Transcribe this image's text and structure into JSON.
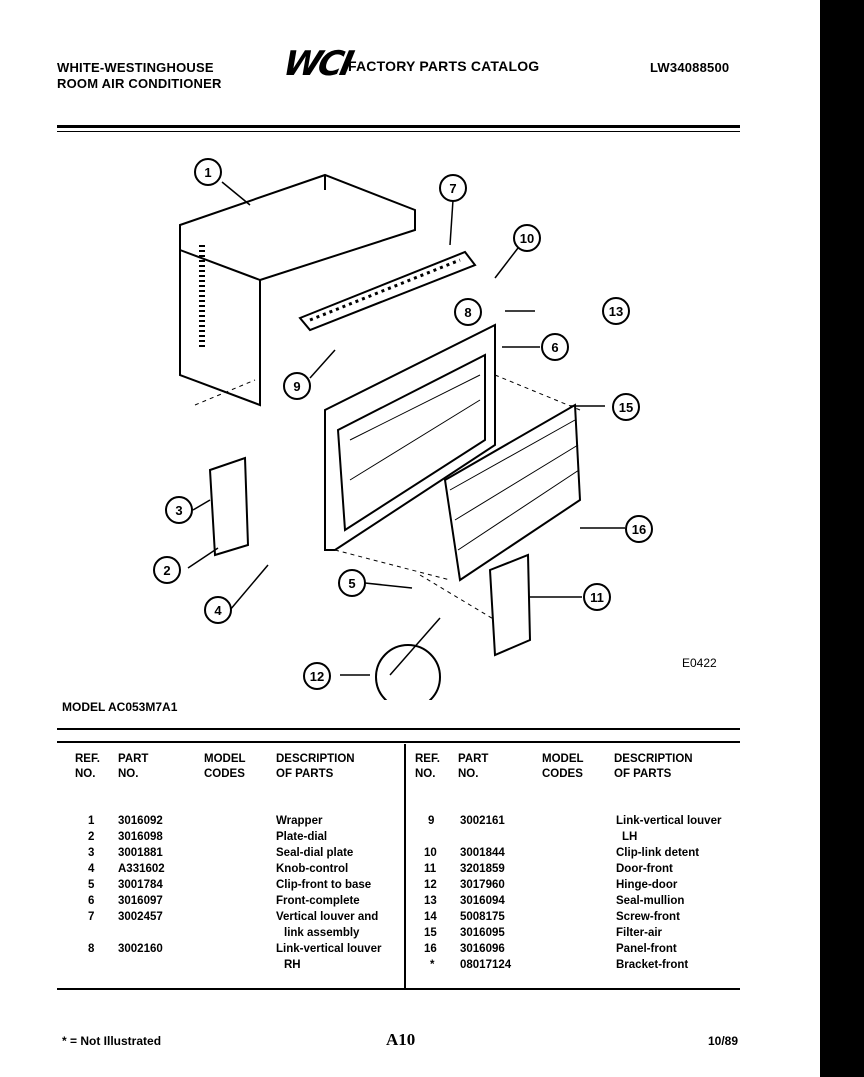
{
  "header": {
    "brand_line1": "WHITE-WESTINGHOUSE",
    "brand_line2": "ROOM AIR CONDITIONER",
    "logo": "WCI",
    "catalog_title": "FACTORY PARTS CATALOG",
    "catalog_number": "LW34088500"
  },
  "diagram": {
    "code": "E0422",
    "callouts": [
      "1",
      "2",
      "3",
      "4",
      "5",
      "6",
      "7",
      "8",
      "9",
      "10",
      "11",
      "12",
      "13",
      "15",
      "16"
    ]
  },
  "model_label": "MODEL AC053M7A1",
  "table": {
    "headers": {
      "ref": [
        "REF.",
        "NO."
      ],
      "part": [
        "PART",
        "NO."
      ],
      "model": [
        "MODEL",
        "CODES"
      ],
      "desc": [
        "DESCRIPTION",
        "OF PARTS"
      ]
    },
    "left_rows": [
      {
        "ref": "1",
        "part": "3016092",
        "desc": "Wrapper"
      },
      {
        "ref": "2",
        "part": "3016098",
        "desc": "Plate-dial"
      },
      {
        "ref": "3",
        "part": "3001881",
        "desc": "Seal-dial plate"
      },
      {
        "ref": "4",
        "part": "A331602",
        "desc": "Knob-control"
      },
      {
        "ref": "5",
        "part": "3001784",
        "desc": "Clip-front to base"
      },
      {
        "ref": "6",
        "part": "3016097",
        "desc": "Front-complete"
      },
      {
        "ref": "7",
        "part": "3002457",
        "desc": "Vertical louver and",
        "desc2": "link assembly"
      },
      {
        "ref": "8",
        "part": "3002160",
        "desc": "Link-vertical louver",
        "desc2": "RH"
      }
    ],
    "right_rows": [
      {
        "ref": "9",
        "part": "3002161",
        "desc": "Link-vertical louver",
        "desc2": "LH"
      },
      {
        "ref": "10",
        "part": "3001844",
        "desc": "Clip-link detent"
      },
      {
        "ref": "11",
        "part": "3201859",
        "desc": "Door-front"
      },
      {
        "ref": "12",
        "part": "3017960",
        "desc": "Hinge-door"
      },
      {
        "ref": "13",
        "part": "3016094",
        "desc": "Seal-mullion"
      },
      {
        "ref": "14",
        "part": "5008175",
        "desc": "Screw-front"
      },
      {
        "ref": "15",
        "part": "3016095",
        "desc": "Filter-air"
      },
      {
        "ref": "16",
        "part": "3016096",
        "desc": "Panel-front"
      },
      {
        "ref": "*",
        "part": "08017124",
        "desc": "Bracket-front"
      }
    ]
  },
  "footer": {
    "note": "* = Not Illustrated",
    "page": "A10",
    "date": "10/89"
  }
}
